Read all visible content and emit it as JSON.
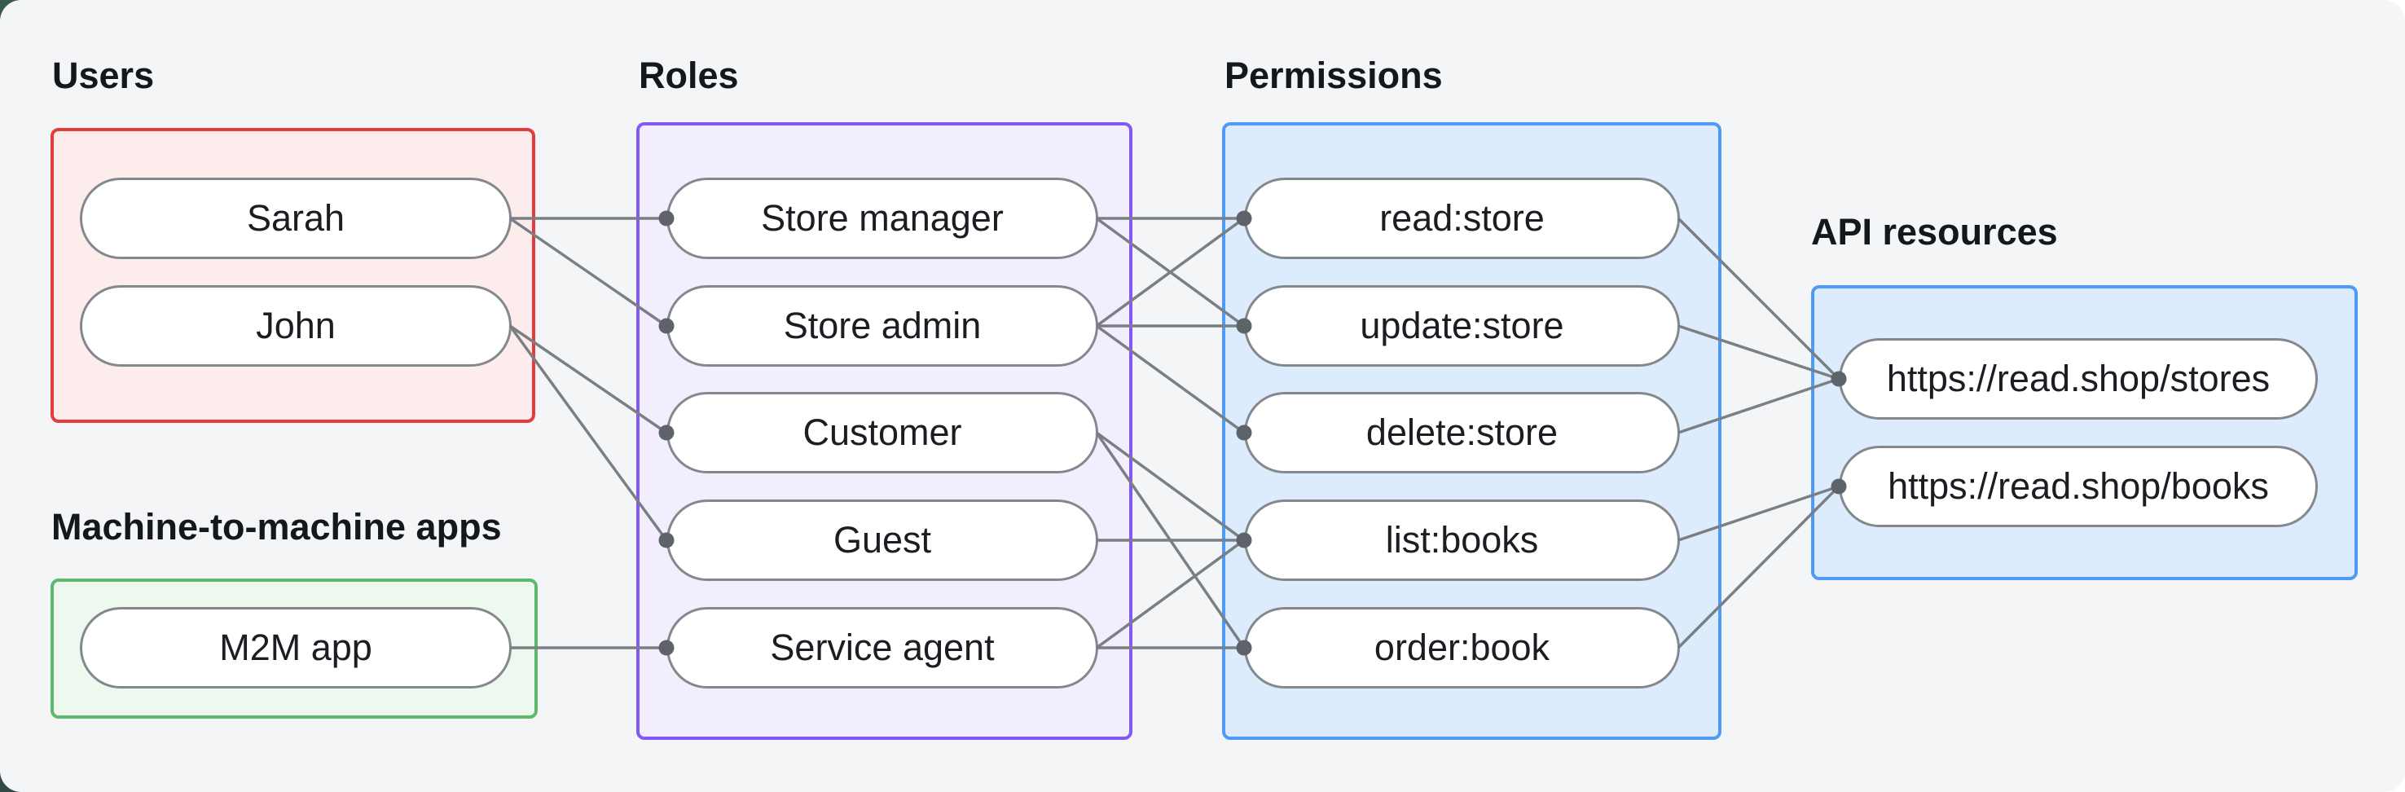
{
  "colors": {
    "panel_background": "#f4f5f6",
    "users_border": "#e23d3d",
    "users_fill": "#fcecec",
    "m2m_border": "#5fb96d",
    "m2m_fill": "#edf8ef",
    "roles_border": "#8457f7",
    "roles_fill": "#f3eefe",
    "permissions_border": "#4d9af7",
    "permissions_fill": "#ddecfc",
    "api_border": "#4d9af7",
    "api_fill": "#ddecfc",
    "pill_border": "#84888d",
    "edge_line": "#7a7f84",
    "edge_dot": "#5d6368",
    "label_text": "#14181c",
    "pill_text": "#1a1e23"
  },
  "groups": {
    "users": {
      "label": "Users",
      "items": [
        {
          "id": "sarah",
          "label": "Sarah"
        },
        {
          "id": "john",
          "label": "John"
        }
      ]
    },
    "m2m": {
      "label": "Machine-to-machine apps",
      "items": [
        {
          "id": "m2m-app",
          "label": "M2M app"
        }
      ]
    },
    "roles": {
      "label": "Roles",
      "items": [
        {
          "id": "store-manager",
          "label": "Store manager"
        },
        {
          "id": "store-admin",
          "label": "Store admin"
        },
        {
          "id": "customer",
          "label": "Customer"
        },
        {
          "id": "guest",
          "label": "Guest"
        },
        {
          "id": "service-agent",
          "label": "Service agent"
        }
      ]
    },
    "permissions": {
      "label": "Permissions",
      "items": [
        {
          "id": "read-store",
          "label": "read:store"
        },
        {
          "id": "update-store",
          "label": "update:store"
        },
        {
          "id": "delete-store",
          "label": "delete:store"
        },
        {
          "id": "list-books",
          "label": "list:books"
        },
        {
          "id": "order-book",
          "label": "order:book"
        }
      ]
    },
    "api": {
      "label": "API resources",
      "items": [
        {
          "id": "api-stores",
          "label": "https://read.shop/stores"
        },
        {
          "id": "api-books",
          "label": "https://read.shop/books"
        }
      ]
    }
  },
  "edges": [
    [
      "sarah",
      "store-manager"
    ],
    [
      "sarah",
      "store-admin"
    ],
    [
      "john",
      "customer"
    ],
    [
      "john",
      "guest"
    ],
    [
      "m2m-app",
      "service-agent"
    ],
    [
      "store-manager",
      "read-store"
    ],
    [
      "store-manager",
      "update-store"
    ],
    [
      "store-admin",
      "read-store"
    ],
    [
      "store-admin",
      "update-store"
    ],
    [
      "store-admin",
      "delete-store"
    ],
    [
      "customer",
      "list-books"
    ],
    [
      "customer",
      "order-book"
    ],
    [
      "guest",
      "list-books"
    ],
    [
      "service-agent",
      "list-books"
    ],
    [
      "service-agent",
      "order-book"
    ],
    [
      "read-store",
      "api-stores"
    ],
    [
      "update-store",
      "api-stores"
    ],
    [
      "delete-store",
      "api-stores"
    ],
    [
      "list-books",
      "api-books"
    ],
    [
      "order-book",
      "api-books"
    ]
  ],
  "edge_style": {
    "line_width": 3.5,
    "dot_radius": 9.5
  }
}
